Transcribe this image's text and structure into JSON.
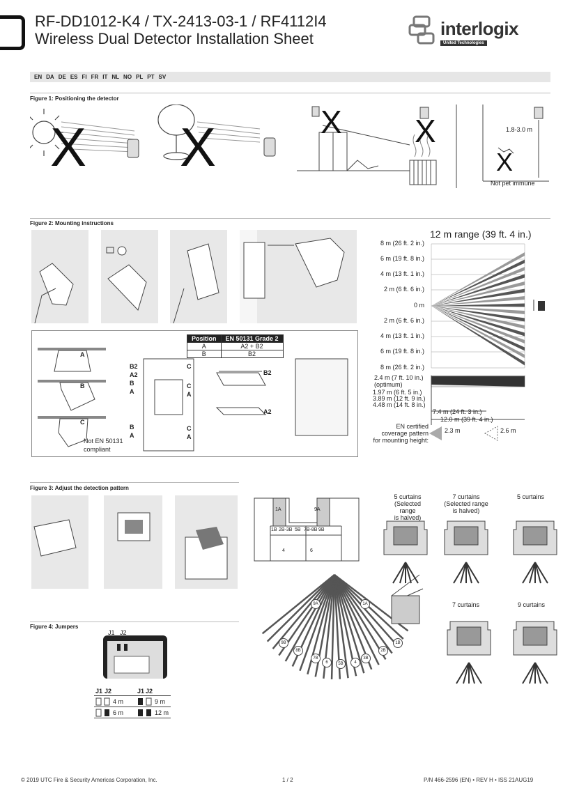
{
  "header": {
    "title_line1": "RF-DD1012-K4 / TX-2413-03-1 / RF4112I4",
    "title_line2": "Wireless Dual Detector Installation Sheet",
    "brand": "interlogix",
    "brand_sub": "United Technologies"
  },
  "languages": [
    "EN",
    "DA",
    "DE",
    "ES",
    "FI",
    "FR",
    "IT",
    "NL",
    "NO",
    "PL",
    "PT",
    "SV"
  ],
  "figure1": {
    "caption": "Figure 1: Positioning the detector",
    "x_mark": "X",
    "height_label": "1.8-3.0 m",
    "pet_label": "Not pet immune"
  },
  "figure2": {
    "caption": "Figure 2: Mounting instructions",
    "range_title": "12 m range (39 ft. 4 in.)",
    "side_labels": [
      "8 m (26 ft. 2 in.)",
      "6 m (19 ft. 8 in.)",
      "4 m (13 ft. 1 in.)",
      "2 m (6 ft. 6 in.)",
      "0 m",
      "2 m (6 ft. 6 in.)",
      "4 m (13 ft. 1 in.)",
      "6 m (19 ft. 8 in.)",
      "8 m (26 ft. 2 in.)"
    ],
    "height_labels": [
      "2.4 m (7 ft. 10 in.)",
      "(optimum)",
      "1.97 m (6 ft. 5 in.)",
      "3.89 m (12 ft. 9 in.)",
      "4.48 m (14 ft. 8 in.)"
    ],
    "dist_labels": [
      "7.4 m (24 ft. 3 in.)",
      "12.0 m (39 ft. 4 in.)"
    ],
    "coverage_label_1": "EN certified",
    "coverage_label_2": "coverage pattern",
    "coverage_label_3": "for mounting height:",
    "coverage_values": [
      "2.3 m",
      "2.6 m"
    ],
    "positions": [
      "A",
      "B",
      "C"
    ],
    "not_en_1": "Not EN 50131",
    "not_en_2": "compliant",
    "table_headers": [
      "Position",
      "EN 50131 Grade 2"
    ],
    "table_rows": [
      [
        "A",
        "A2 + B2"
      ],
      [
        "B",
        "B2"
      ]
    ],
    "bracket_labels": [
      "B2",
      "A2",
      "B",
      "A",
      "C",
      "C",
      "A",
      "B",
      "A",
      "C",
      "A"
    ],
    "b2": "B2",
    "a2": "A2"
  },
  "figure3": {
    "caption": "Figure 3: Adjust the detection pattern",
    "curtain_labels": [
      "5 curtains",
      "(Selected range",
      "is halved)",
      "7 curtains",
      "(Selected range",
      "is halved)",
      "5 curtains",
      "7 curtains",
      "9 curtains"
    ],
    "lens_labels": [
      "1A",
      "9A",
      "1B",
      "2B-3B",
      "5B",
      "7B-8B",
      "9B",
      "4",
      "6"
    ],
    "fan_labels": [
      "9A",
      "1A",
      "9B",
      "1B",
      "8B",
      "2B",
      "7B",
      "3B",
      "6",
      "4",
      "5B"
    ]
  },
  "figure4": {
    "caption": "Figure 4: Jumpers",
    "j1": "J1",
    "j2": "J2",
    "rows": [
      [
        "4 m",
        "9 m"
      ],
      [
        "6 m",
        "12 m"
      ]
    ]
  },
  "footer": {
    "copyright": "© 2019 UTC Fire & Security Americas Corporation, Inc.",
    "page": "1 / 2",
    "part": "P/N 466-2596 (EN) • REV H • ISS 21AUG19"
  }
}
